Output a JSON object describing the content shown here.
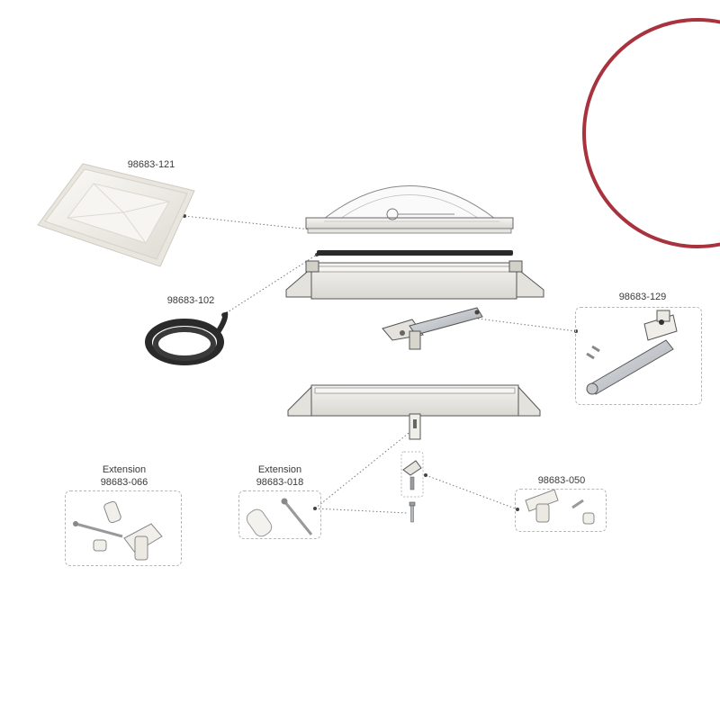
{
  "parts": {
    "lid": {
      "number": "98683-121"
    },
    "seal": {
      "number": "98683-102"
    },
    "crank_arm": {
      "number": "98683-129"
    },
    "ext_066": {
      "caption": "Extension",
      "number": "98683-066"
    },
    "ext_018": {
      "caption": "Extension",
      "number": "98683-018"
    },
    "handle_050": {
      "number": "98683-050"
    }
  },
  "colors": {
    "accent_ring": "#a8323e",
    "part_white": "#f1efea",
    "outline": "#555555",
    "metal": "#b9bcc0",
    "seal_black": "#2a2a2a"
  }
}
